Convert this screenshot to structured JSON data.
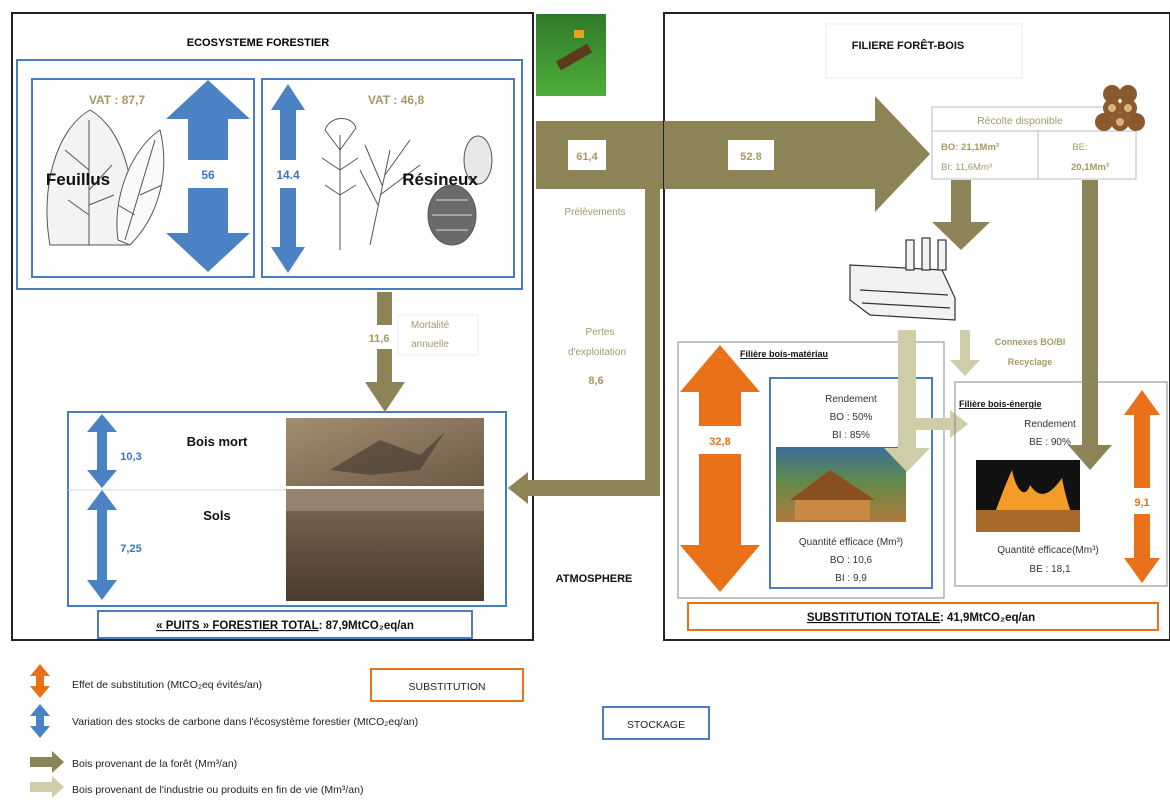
{
  "colors": {
    "olive": "#8c8356",
    "light_olive": "#cfcca8",
    "blue": "#4a82c4",
    "orange": "#e8711a",
    "frame": "#222222",
    "box_blue": "#4a7cc4",
    "box_orange": "#e8711a",
    "label_blue": "#3a76c0",
    "label_olive": "#a29a66"
  },
  "ecosystem": {
    "title": "ECOSYSTEME FORESTIER",
    "feuillus": {
      "label": "Feuillus",
      "vat": "VAT : 87,7",
      "value": "56"
    },
    "resineux": {
      "label": "Résineux",
      "vat": "VAT : 46,8",
      "value": "14.4"
    },
    "mortality": {
      "value": "11,6",
      "label_line1": "Mortalité",
      "label_line2": "annuelle"
    },
    "bois_mort": {
      "label": "Bois mort",
      "value": "10,3"
    },
    "sols": {
      "label": "Sols",
      "value": "7,25"
    },
    "puits_label": "« PUITS » FORESTIER TOTAL",
    "puits_value": ": 87,9MtCO₂eq/an"
  },
  "flows": {
    "prelevements_value": "61,4",
    "prelevements_label": "Prélèvements",
    "recolte_value": "52.8",
    "pertes_line1": "Pertes",
    "pertes_line2": "d'exploitation",
    "pertes_value": "8,6",
    "atmosphere": "ATMOSPHERE"
  },
  "filiere": {
    "title": "FILIERE FORÊT-BOIS",
    "recolte_title": "Récolte disponible",
    "bo": "BO: 21,1Mm³",
    "bi": "BI: 11,6Mm³",
    "be_label": "BE:",
    "be_value": "20,1Mm³",
    "connexes_line1": "Connexes BO/BI",
    "connexes_line2": "Recyclage",
    "materiau": {
      "title": "Filière bois-matériau",
      "value": "32,8",
      "rendement": "Rendement",
      "bo_rend": "BO : 50%",
      "bi_rend": "BI : 85%",
      "quantite": "Quantité efficace (Mm³)",
      "bo_q": "BO : 10,6",
      "bi_q": "BI : 9,9"
    },
    "energie": {
      "title": "Filière bois-énergie",
      "value": "9,1",
      "rendement": "Rendement",
      "be_rend": "BE : 90%",
      "quantite": "Quantité efficace(Mm³)",
      "be_q": "BE : 18,1"
    },
    "substitution_label": "SUBSTITUTION TOTALE",
    "substitution_value": ": 41,9MtCO₂eq/an"
  },
  "legend": {
    "substitution_text": "Effet de substitution (MtCO₂eq évités/an)",
    "substitution_box": "SUBSTITUTION",
    "stockage_text": "Variation des stocks de carbone dans l'écosystème forestier (MtCO₂eq/an)",
    "stockage_box": "STOCKAGE",
    "foret_text": "Bois provenant de la forêt (Mm³/an)",
    "industrie_text": "Bois provenant de l'industrie ou produits en fin de vie (Mm³/an)"
  }
}
